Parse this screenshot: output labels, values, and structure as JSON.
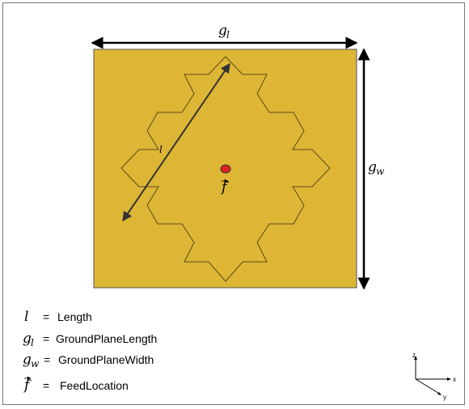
{
  "diagram": {
    "colors": {
      "ground_plane": "#DDB635",
      "feed_point": "#E02020",
      "outline": "#5A4A1A"
    },
    "labels": {
      "ground_length_symbol": "g",
      "ground_length_sub": "l",
      "ground_width_symbol": "g",
      "ground_width_sub": "w",
      "length_symbol": "l",
      "feed_symbol": "f"
    }
  },
  "legend": {
    "items": [
      {
        "symbol": "l",
        "sub": "",
        "eq": "= ",
        "text": "Length"
      },
      {
        "symbol": "g",
        "sub": "l",
        "eq": "= ",
        "text": "GroundPlaneLength"
      },
      {
        "symbol": "g",
        "sub": "w",
        "eq": "= ",
        "text": "GroundPlaneWidth"
      },
      {
        "symbol": "f",
        "sub": "",
        "eq": "= ",
        "text": "FeedLocation"
      }
    ]
  },
  "axes": {
    "x": "x",
    "y": "y",
    "z": "z"
  }
}
